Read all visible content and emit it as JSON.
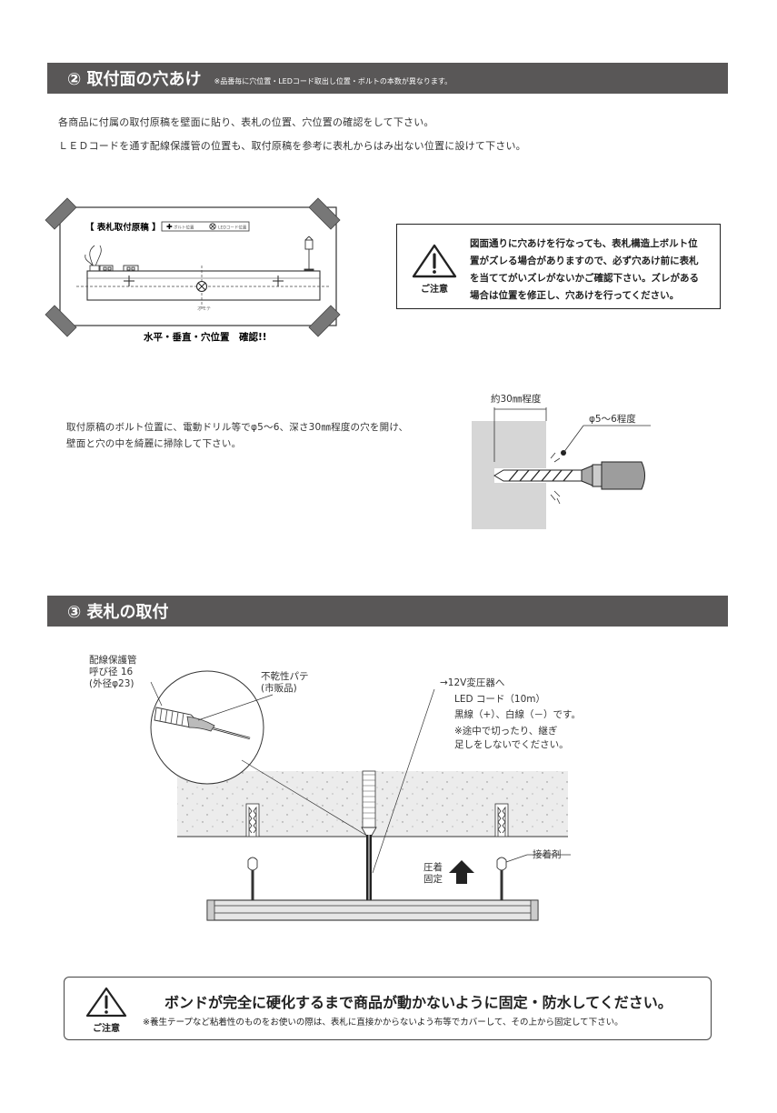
{
  "section2": {
    "title": "② 取付面の穴あけ",
    "note": "※品番毎に穴位置・LEDコード取出し位置・ボルトの本数が異なります。",
    "para1": "各商品に付属の取付原稿を壁面に貼り、表札の位置、穴位置の確認をして下さい。",
    "para2": "ＬＥＤコードを通す配線保護管の位置も、取付原稿を参考に表札からはみ出ない位置に設けて下さい。"
  },
  "template_sheet": {
    "title": "【 表札取付原稿 】",
    "legend_bolt": "ボルト位置",
    "legend_led": "LEDコード位置",
    "front_label": "オモテ",
    "check_caption": "水平・垂直・穴位置　確認!!"
  },
  "caution_box": {
    "icon_label": "ご注意",
    "lines": [
      "図面通りに穴あけを行なっても、表札構造上ボルト位",
      "置がズレる場合がありますので、必ず穴あけ前に表札",
      "を当ててがいズレがないかご確認下さい。ズレがある",
      "場合は位置を修正し、穴あけを行ってください。"
    ]
  },
  "drilling": {
    "text_line1": "取付原稿のボルト位置に、電動ドリル等でφ5～6、深さ30㎜程度の穴を開け、",
    "text_line2": "壁面と穴の中を綺麗に掃除して下さい。",
    "depth_label": "約30㎜程度",
    "diameter_label": "φ5～6程度"
  },
  "section3": {
    "title": "③ 表札の取付"
  },
  "install_diagram": {
    "conduit_label": [
      "配線保護管",
      "呼び径 16",
      "(外径φ23)"
    ],
    "putty_label": [
      "不乾性パテ",
      "(市販品)"
    ],
    "transformer_label": "→12V変圧器へ",
    "led_cord": "LED コード（10m）",
    "wires": "黒線（+）、白線（－）です。",
    "no_cut_1": "※途中で切ったり、継ぎ",
    "no_cut_2": "足しをしないでください。",
    "press_label": [
      "圧着",
      "固定"
    ],
    "adhesive_label": "接着剤"
  },
  "bottom_caution": {
    "icon_label": "ご注意",
    "main": "ボンドが完全に硬化するまで商品が動かないように固定・防水してください。",
    "sub": "※養生テープなど粘着性のものをお使いの際は、表札に直接かからないよう布等でカバーして、その上から固定して下さい。"
  },
  "colors": {
    "header_bar": "#595757",
    "wall_gray": "#d6d6d6",
    "concrete": "#ececec"
  }
}
